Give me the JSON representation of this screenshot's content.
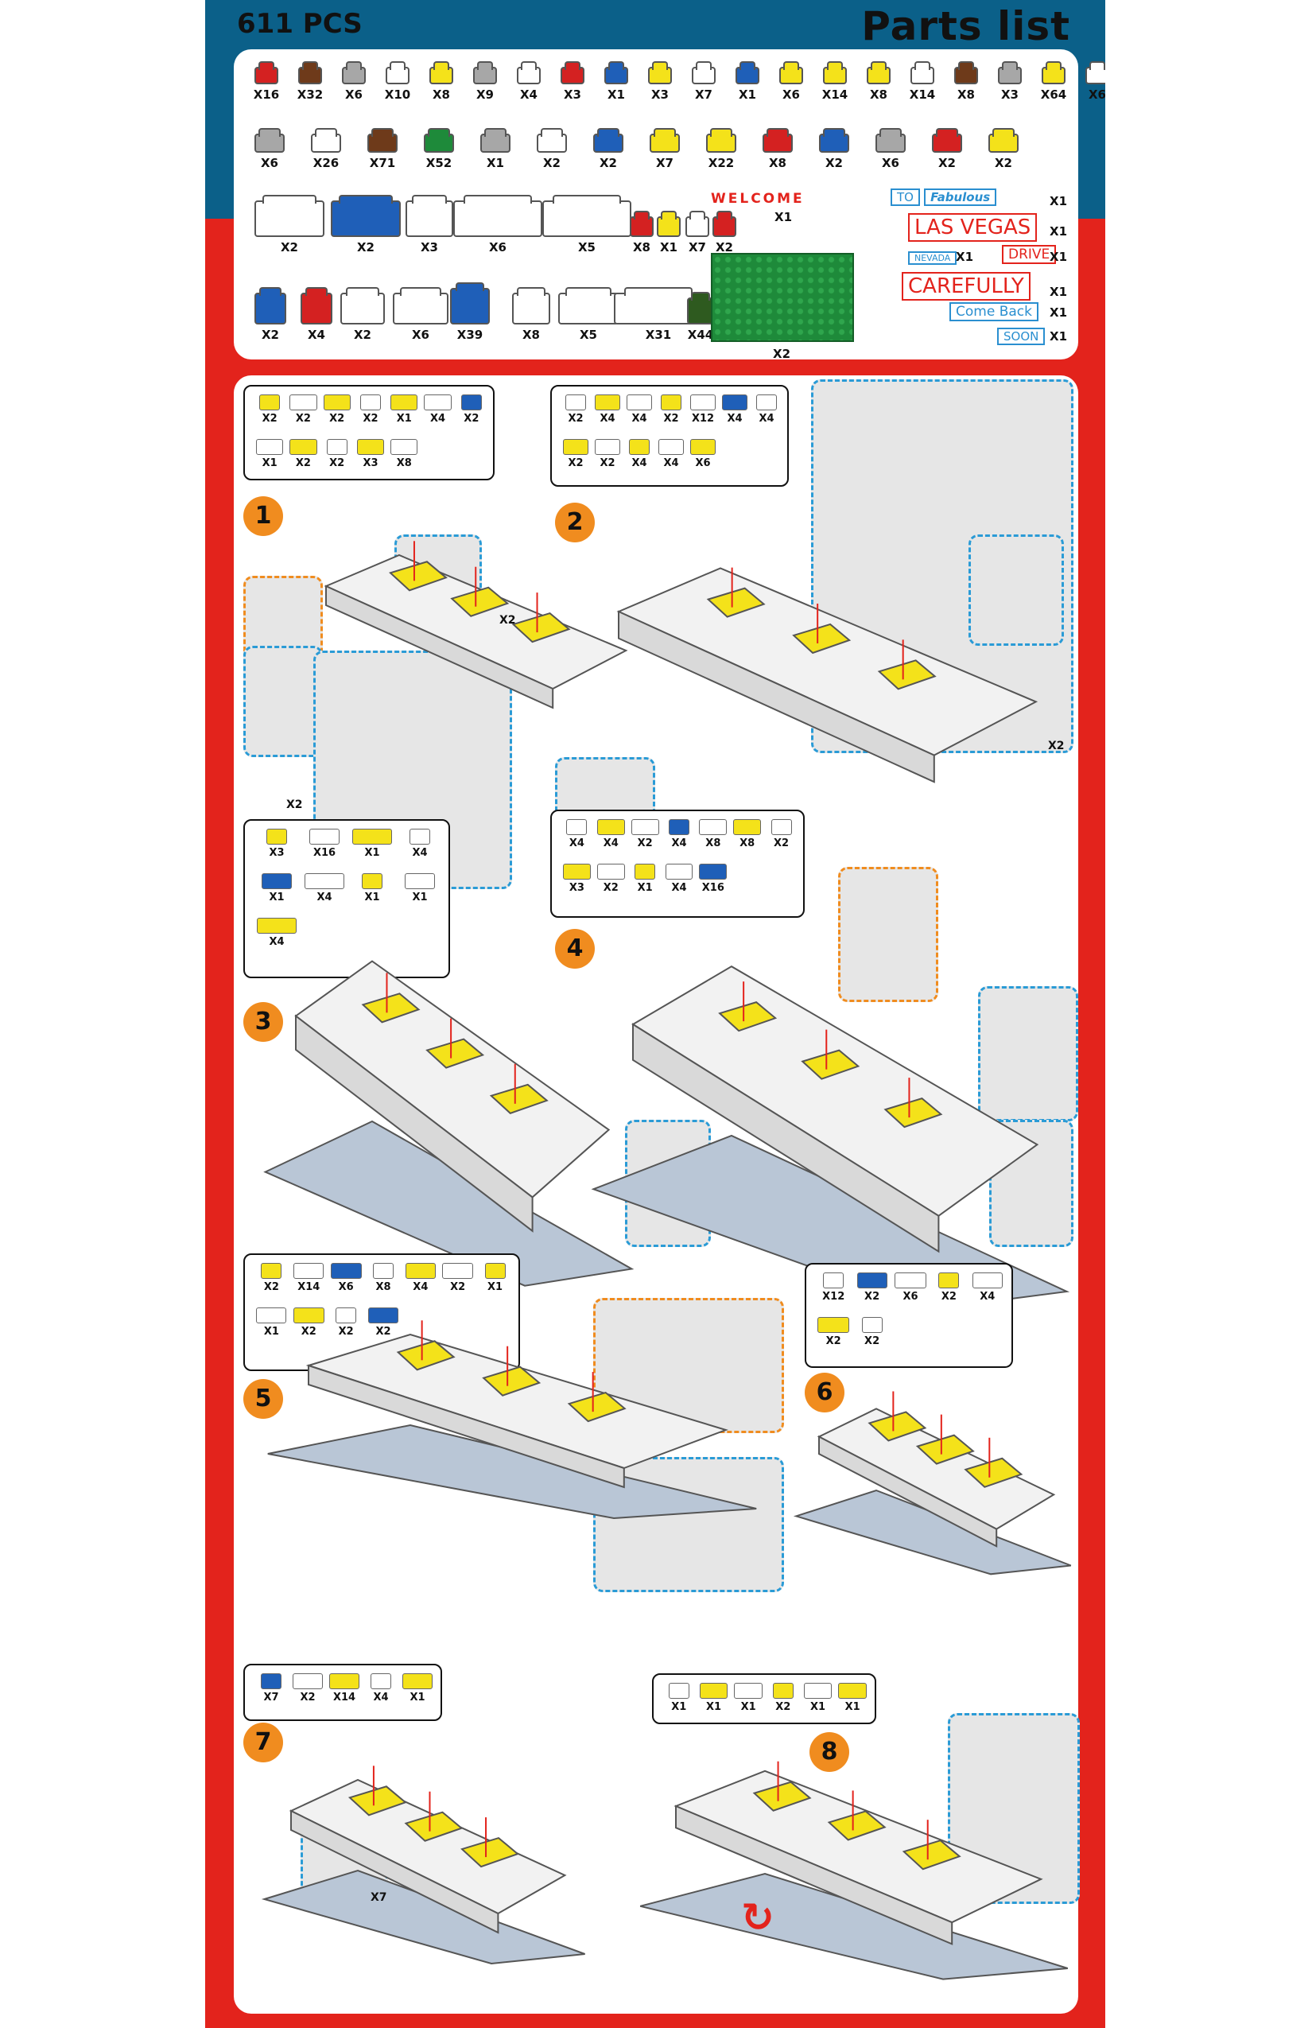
{
  "header": {
    "pieces": "611 PCS",
    "title": "Parts list"
  },
  "parts_rows": [
    [
      {
        "color": "#d42121",
        "count": "X16"
      },
      {
        "color": "#6e3a1a",
        "count": "X32"
      },
      {
        "color": "#a7a7a7",
        "count": "X6"
      },
      {
        "color": "#ffffff",
        "count": "X10"
      },
      {
        "color": "#f4e21a",
        "count": "X8"
      },
      {
        "color": "#a7a7a7",
        "count": "X9"
      },
      {
        "color": "#ffffff",
        "count": "X4"
      },
      {
        "color": "#d42121",
        "count": "X3"
      },
      {
        "color": "#1f5fb8",
        "count": "X1"
      },
      {
        "color": "#f4e21a",
        "count": "X3"
      },
      {
        "color": "#ffffff",
        "count": "X7"
      },
      {
        "color": "#1f5fb8",
        "count": "X1"
      },
      {
        "color": "#f4e21a",
        "count": "X6"
      },
      {
        "color": "#f4e21a",
        "count": "X14"
      },
      {
        "color": "#f4e21a",
        "count": "X8"
      },
      {
        "color": "#ffffff",
        "count": "X14"
      },
      {
        "color": "#6e3a1a",
        "count": "X8"
      },
      {
        "color": "#a7a7a7",
        "count": "X3"
      },
      {
        "color": "#f4e21a",
        "count": "X64"
      },
      {
        "color": "#ffffff",
        "count": "X6"
      }
    ],
    [
      {
        "color": "#a7a7a7",
        "count": "X6"
      },
      {
        "color": "#ffffff",
        "count": "X26"
      },
      {
        "color": "#6e3a1a",
        "count": "X71"
      },
      {
        "color": "#1e8a3a",
        "count": "X52"
      },
      {
        "color": "#a7a7a7",
        "count": "X1"
      },
      {
        "color": "#ffffff",
        "count": "X2"
      },
      {
        "color": "#1f5fb8",
        "count": "X2"
      },
      {
        "color": "#f4e21a",
        "count": "X7"
      },
      {
        "color": "#f4e21a",
        "count": "X22"
      },
      {
        "color": "#d42121",
        "count": "X8"
      },
      {
        "color": "#1f5fb8",
        "count": "X2"
      },
      {
        "color": "#a7a7a7",
        "count": "X6"
      },
      {
        "color": "#d42121",
        "count": "X2"
      },
      {
        "color": "#f4e21a",
        "count": "X2"
      }
    ],
    [
      {
        "color": "#ffffff",
        "count": "X2"
      },
      {
        "color": "#1f5fb8",
        "count": "X2"
      },
      {
        "color": "#ffffff",
        "count": "X3"
      },
      {
        "color": "#ffffff",
        "count": "X6"
      },
      {
        "color": "#ffffff",
        "count": "X5"
      },
      {
        "color": "#d42121",
        "count": "X8"
      },
      {
        "color": "#f4e21a",
        "count": "X1"
      },
      {
        "color": "#ffffff",
        "count": "X7"
      },
      {
        "color": "#d42121",
        "count": "X2"
      }
    ],
    [
      {
        "color": "#1f5fb8",
        "count": "X2"
      },
      {
        "color": "#d42121",
        "count": "X4"
      },
      {
        "color": "#ffffff",
        "count": "X2"
      },
      {
        "color": "#ffffff",
        "count": "X6"
      },
      {
        "color": "#1f5fb8",
        "count": "X39"
      },
      {
        "color": "#ffffff",
        "count": "X8"
      },
      {
        "color": "#ffffff",
        "count": "X5"
      },
      {
        "color": "#ffffff",
        "count": "X31"
      },
      {
        "color": "#2e5a1f",
        "count": "X44"
      }
    ]
  ],
  "baseplate": {
    "count": "X2"
  },
  "signs": {
    "welcome": {
      "text": "WELCOME",
      "count": "X1"
    },
    "to": "TO",
    "fabulous": {
      "text": "Fabulous",
      "count": "X1"
    },
    "las_vegas": {
      "text": "LAS VEGAS",
      "count": "X1"
    },
    "nevada": {
      "text": "NEVADA",
      "count": "X1"
    },
    "drive": {
      "text": "DRIVE",
      "count": "X1"
    },
    "carefully": {
      "text": "CAREFULLY",
      "count": "X1"
    },
    "come_back": {
      "text": "Come Back",
      "count": "X1"
    },
    "soon": {
      "text": "SOON",
      "count": "X1"
    }
  },
  "steps": [
    {
      "number": "1",
      "inventory": [
        "X2",
        "X2",
        "X2",
        "X2",
        "X1",
        "X4",
        "X2",
        "X1",
        "X2",
        "X2",
        "X3",
        "X8"
      ],
      "detail_count": "X2"
    },
    {
      "number": "2",
      "inventory": [
        "X2",
        "X4",
        "X4",
        "X2",
        "X12",
        "X4",
        "X4",
        "X2",
        "X2",
        "X4",
        "X4",
        "X6"
      ],
      "detail_counts": [
        "X2",
        "X2"
      ]
    },
    {
      "number": "3",
      "inventory": [
        "X3",
        "X16",
        "X1",
        "X4",
        "X1",
        "X4",
        "X1",
        "X1",
        "X4"
      ]
    },
    {
      "number": "4",
      "inventory": [
        "X4",
        "X4",
        "X2",
        "X4",
        "X8",
        "X8",
        "X2",
        "X3",
        "X2",
        "X1",
        "X4",
        "X16"
      ]
    },
    {
      "number": "5",
      "inventory": [
        "X2",
        "X14",
        "X6",
        "X8",
        "X4",
        "X2",
        "X1",
        "X1",
        "X2",
        "X2",
        "X2"
      ]
    },
    {
      "number": "6",
      "inventory": [
        "X12",
        "X2",
        "X6",
        "X2",
        "X4",
        "X2",
        "X2"
      ]
    },
    {
      "number": "7",
      "inventory": [
        "X7",
        "X2",
        "X14",
        "X4",
        "X1"
      ],
      "detail_count": "X7"
    },
    {
      "number": "8",
      "inventory": [
        "X1",
        "X1",
        "X1",
        "X2",
        "X1",
        "X1"
      ]
    }
  ],
  "colors": {
    "red": "#e3231c",
    "blue_band": "#0b6089",
    "step_orange": "#f08c1f",
    "detail_blue": "#2a9bd6"
  }
}
